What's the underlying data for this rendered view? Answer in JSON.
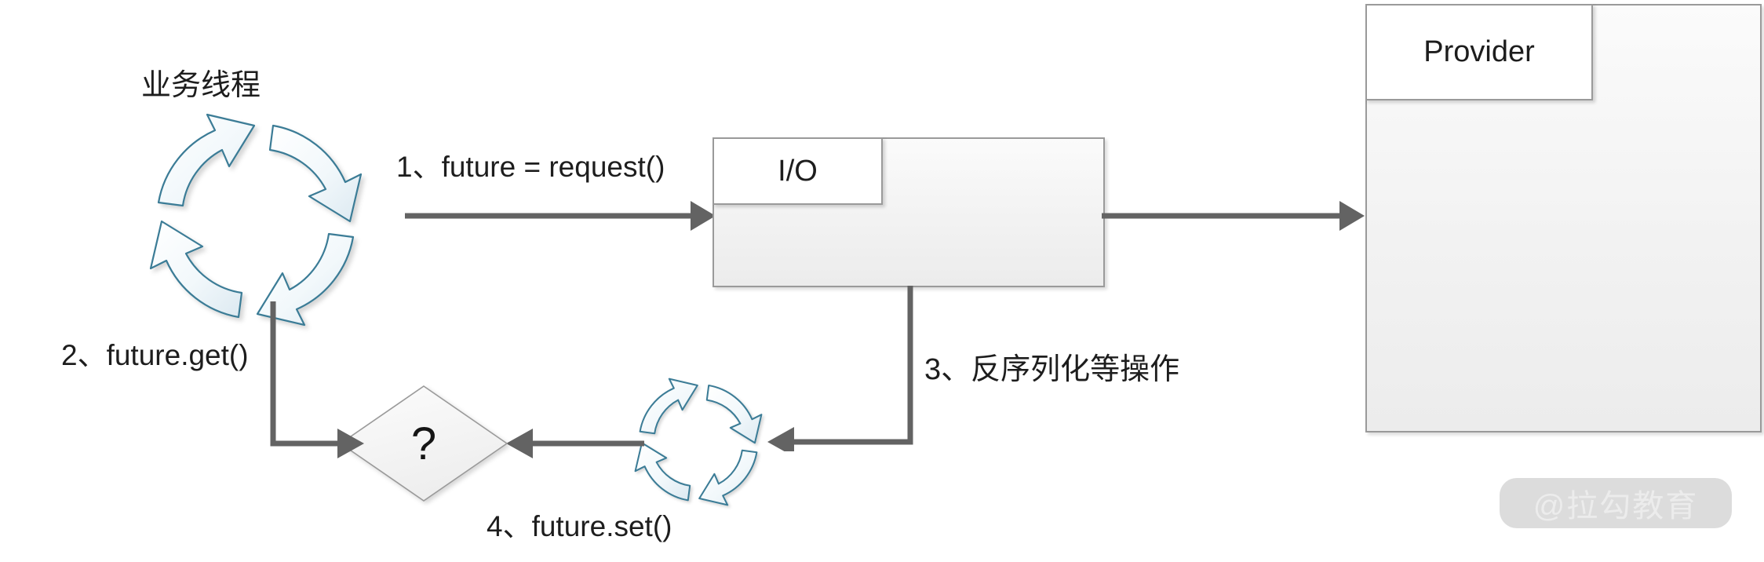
{
  "diagram": {
    "title_label": "业务线程",
    "steps": [
      {
        "id": "step1",
        "text": "1、future = request()"
      },
      {
        "id": "step2",
        "text": "2、future.get()"
      },
      {
        "id": "step3",
        "text": "3、反序列化等操作"
      },
      {
        "id": "step4",
        "text": "4、future.set()"
      }
    ],
    "nodes": {
      "io_box_label": "I/O",
      "provider_box_label": "Provider",
      "decision_label": "?"
    },
    "cycles": {
      "business_thread_cycle": "business-thread-cycle",
      "io_callback_cycle": "io-callback-cycle"
    },
    "watermark": "@拉勾教育",
    "colors": {
      "background": "#ffffff",
      "connector": "#636363",
      "box_border": "#9a9a9a",
      "box_fill": "#f1f1f1",
      "cycle_arrow_stroke": "#3b7b96",
      "cycle_arrow_fill": "#eef5f9",
      "text": "#1d1d1d",
      "watermark_pill": "#dcdcdc",
      "watermark_text": "#ececec"
    }
  }
}
